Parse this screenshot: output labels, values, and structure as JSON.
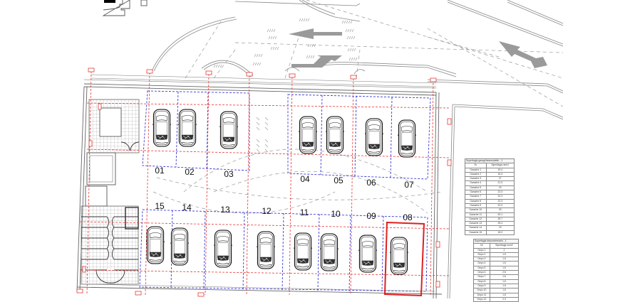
{
  "drawing": {
    "type": "parking garage floor plan",
    "highlight_color": "#e02020",
    "grid_axis_color": "#e53935",
    "bay_boundary_color": "#3b3bd8",
    "line_color": "#666666",
    "arrow_color": "#9a9a9a"
  },
  "spaces": {
    "top_row": [
      "01",
      "02",
      "03",
      "04",
      "05",
      "06",
      "07"
    ],
    "bottom_row": [
      "15",
      "14",
      "13",
      "12",
      "11",
      "10",
      "09",
      "08"
    ],
    "highlighted": "08"
  },
  "garage_table": {
    "title": "Superfagia garagi/hesrenaletin - 1",
    "headers": [
      "Nr",
      "Siperfaqja nem2"
    ],
    "rows": [
      [
        "Garazhe 1",
        "19.4"
      ],
      [
        "Garazhe 2",
        "19.3"
      ],
      [
        "Garazhe 3",
        "27"
      ],
      [
        "Garazhe 4",
        "21.3"
      ],
      [
        "Garazhe 5",
        "20"
      ],
      [
        "Garazhe 6",
        "22.3"
      ],
      [
        "Garazhe 7",
        "22.3"
      ],
      [
        "Garazhe 8",
        "22.3"
      ],
      [
        "Garazhe 9",
        "22.3"
      ],
      [
        "Garazhe 10",
        "20"
      ],
      [
        "Garazhe 11",
        "20.1"
      ],
      [
        "Garazhe 12",
        "25.7"
      ],
      [
        "Garazhe 13",
        "25.4"
      ],
      [
        "Garazhe 14",
        "19"
      ],
      [
        "Garazhe 15",
        "18.3"
      ]
    ]
  },
  "depo_table": {
    "title": "Superfagia depove/renalin - 1",
    "headers": [
      "Nr",
      "Siperfaqja nem2"
    ],
    "rows": [
      [
        "Depo 1",
        "2"
      ],
      [
        "Depo 2",
        "1.5"
      ],
      [
        "Depo 3",
        "1.6"
      ],
      [
        "Depo 4",
        "1.6"
      ],
      [
        "Depo 5",
        "1.6"
      ],
      [
        "Depo 6",
        "2.6"
      ],
      [
        "Depo 7",
        "1.6"
      ],
      [
        "Depo 8",
        "1.6"
      ],
      [
        "Depo 9",
        "1.6"
      ],
      [
        "Depo 10",
        "1.6"
      ],
      [
        "Depo 11",
        "1.6"
      ],
      [
        "Depo 12",
        "2.3"
      ]
    ]
  }
}
